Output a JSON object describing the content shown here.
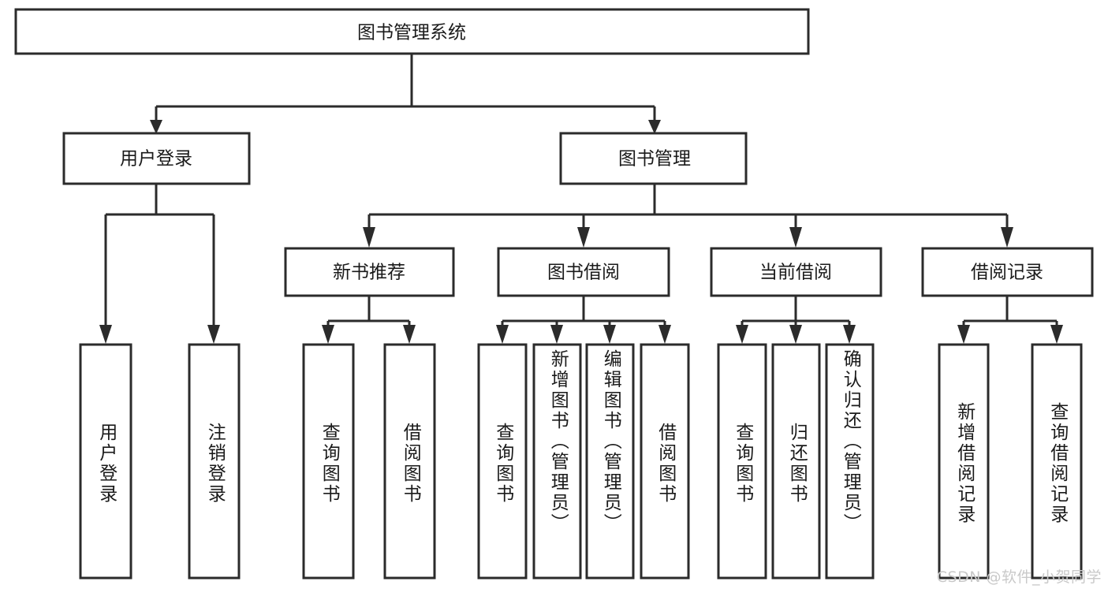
{
  "diagram": {
    "type": "tree",
    "title": "图书管理系统",
    "watermark": "CSDN @软件_小贺同学",
    "colors": {
      "stroke": "#2b2b2b",
      "fill": "#ffffff",
      "text": "#1a1a1a",
      "watermark": "#c9c9c9",
      "background": "#ffffff"
    },
    "root": {
      "label": "图书管理系统"
    },
    "level2": [
      {
        "label": "用户登录"
      },
      {
        "label": "图书管理"
      }
    ],
    "level3": [
      {
        "label": "新书推荐"
      },
      {
        "label": "图书借阅"
      },
      {
        "label": "当前借阅"
      },
      {
        "label": "借阅记录"
      }
    ],
    "leaves": {
      "user_login": [
        {
          "label": "用户登录"
        },
        {
          "label": "注销登录"
        }
      ],
      "new_book": [
        {
          "label": "查询图书"
        },
        {
          "label": "借阅图书"
        }
      ],
      "book_borrow": [
        {
          "label": "查询图书"
        },
        {
          "label": "新增图书（管理员）"
        },
        {
          "label": "编辑图书（管理员）"
        },
        {
          "label": "借阅图书"
        }
      ],
      "current_borrow": [
        {
          "label": "查询图书"
        },
        {
          "label": "归还图书"
        },
        {
          "label": "确认归还（管理员）"
        }
      ],
      "borrow_record": [
        {
          "label": "新增借阅记录"
        },
        {
          "label": "查询借阅记录"
        }
      ]
    }
  }
}
